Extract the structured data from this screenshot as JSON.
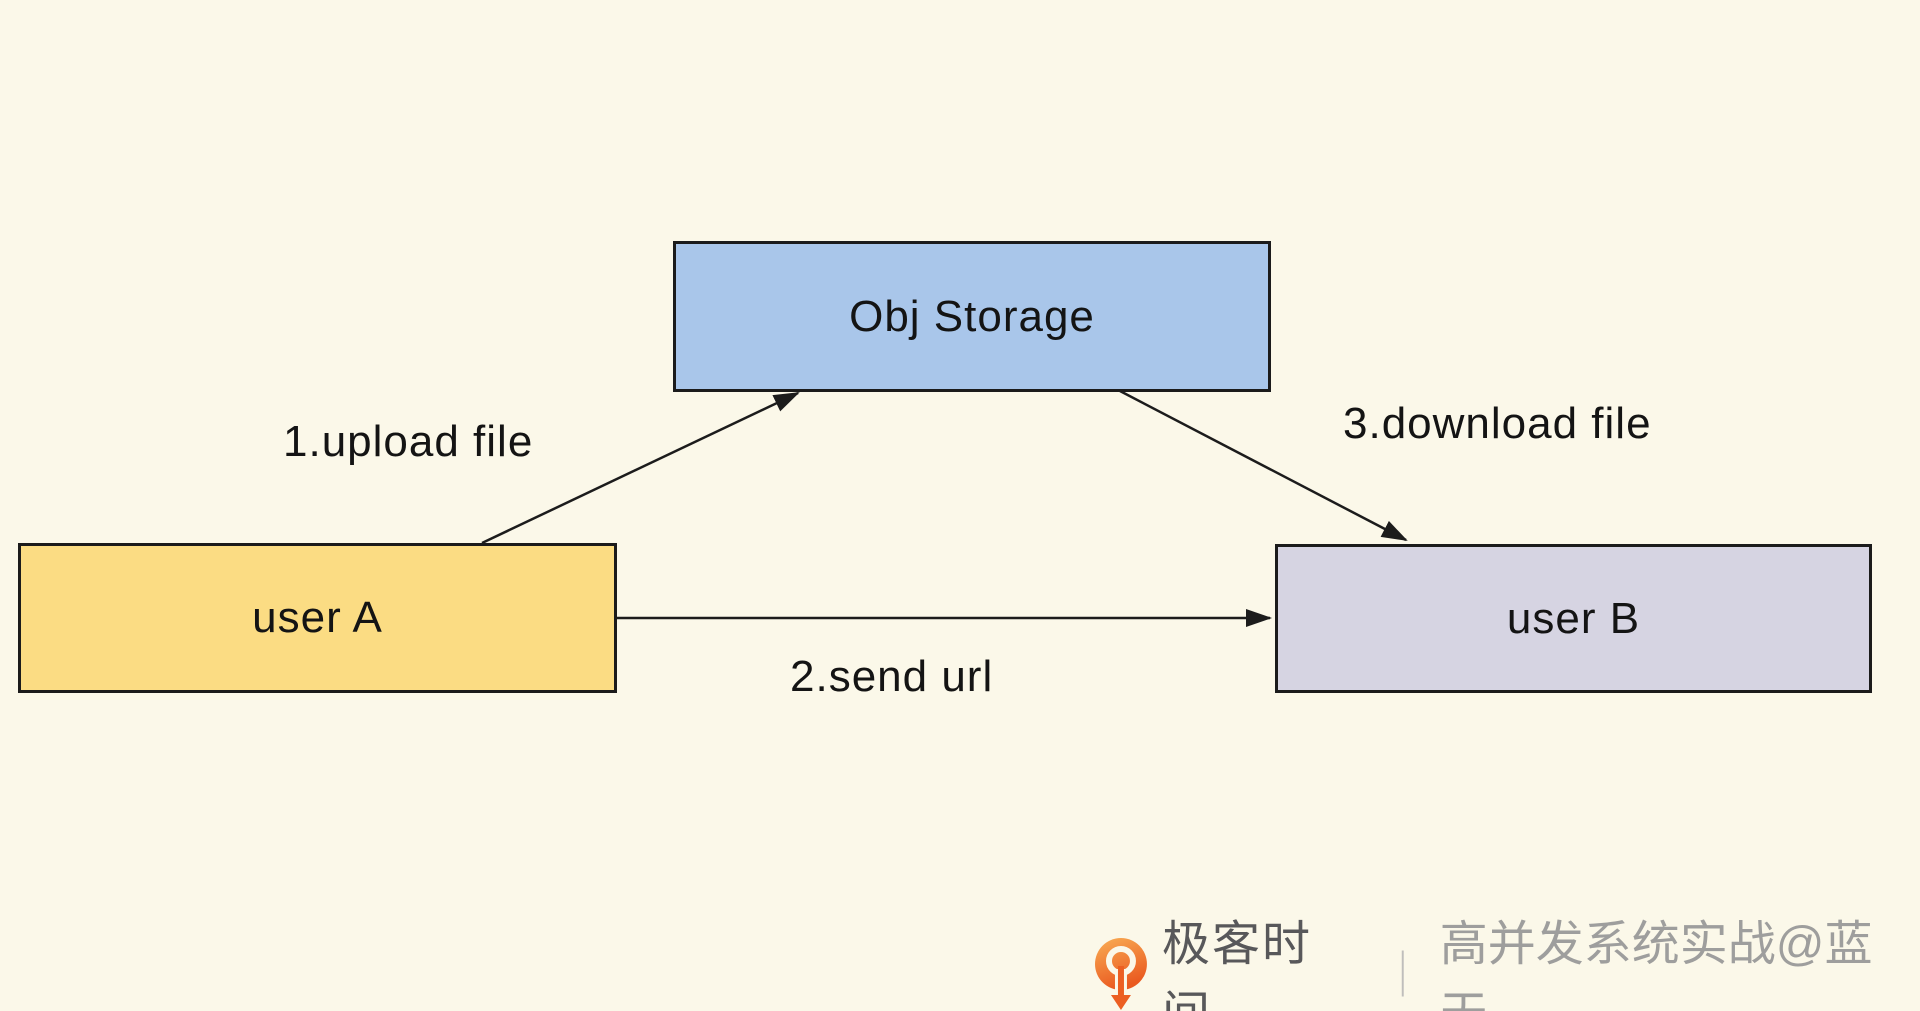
{
  "nodes": [
    {
      "id": "obj_storage",
      "label": "Obj Storage",
      "fill": "#a9c6ea"
    },
    {
      "id": "user_a",
      "label": "user A",
      "fill": "#fbdc83"
    },
    {
      "id": "user_b",
      "label": "user B",
      "fill": "#d6d4e2"
    }
  ],
  "edges": [
    {
      "id": "upload",
      "label": "1.upload file",
      "from": "user_a",
      "to": "obj_storage"
    },
    {
      "id": "send_url",
      "label": "2.send url",
      "from": "user_a",
      "to": "user_b"
    },
    {
      "id": "download",
      "label": "3.download file",
      "from": "obj_storage",
      "to": "user_b"
    }
  ],
  "footer": {
    "logo_icon": "geektime-logo",
    "brand": "极客时间",
    "divider": "｜",
    "watermark": "高并发系统实战@蓝天"
  },
  "colors": {
    "background": "#fbf8e9",
    "node_border": "#1b1b1b",
    "node_text": "#141414",
    "arrow": "#1c1c1c",
    "logo_orange_light": "#f9ae55",
    "logo_orange_dark": "#ea5a20",
    "brand_gray": "#58585a",
    "divider_gray": "#bfbebc",
    "watermark_gray": "#9e9e9d"
  }
}
